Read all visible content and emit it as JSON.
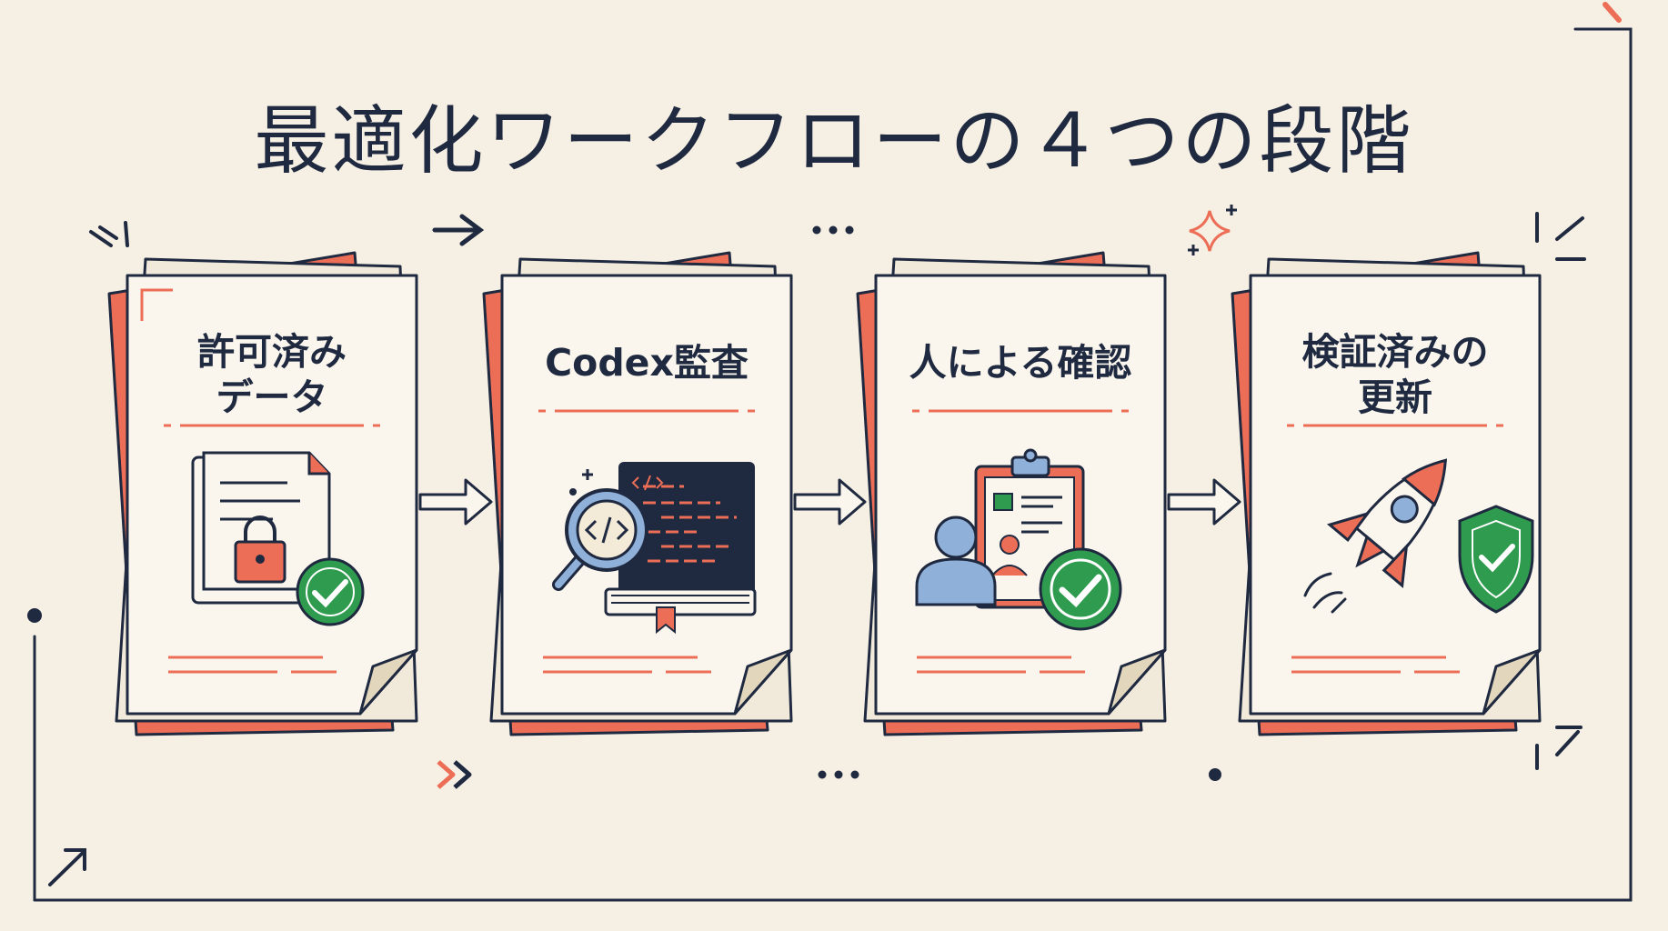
{
  "title": "最適化ワークフローの４つの段階",
  "stages": [
    {
      "label": "許可済み\nデータ",
      "icon": "locked-document-check-icon"
    },
    {
      "label": "Codex監査",
      "icon": "code-magnifier-book-icon"
    },
    {
      "label": "人による確認",
      "icon": "person-clipboard-check-icon"
    },
    {
      "label": "検証済みの\n更新",
      "icon": "rocket-shield-icon"
    }
  ],
  "colors": {
    "background": "#f6f0e4",
    "ink": "#1f2940",
    "accent": "#ec6e57",
    "paper": "#faf6ee",
    "check_green": "#2f9b4e",
    "person_blue": "#8fb0d8"
  }
}
